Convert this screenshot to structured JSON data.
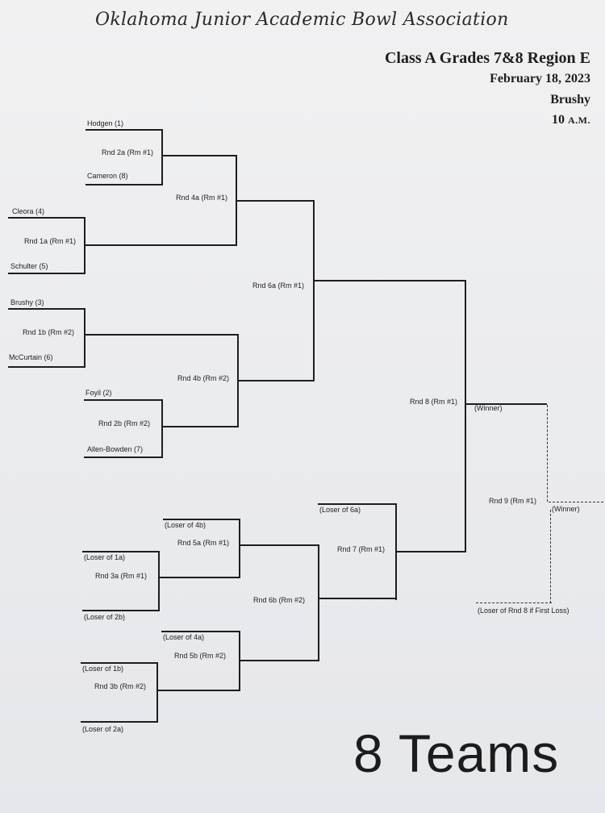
{
  "header": {
    "organization": "Oklahoma Junior Academic Bowl Association",
    "class_line": "Class A Grades 7&8 Region E",
    "date": "February 18, 2023",
    "site": "Brushy",
    "time_number": "10",
    "time_suffix": "A.M."
  },
  "teams": {
    "hodgen": "Hodgen (1)",
    "cameron": "Cameron (8)",
    "cleora": "Cleora (4)",
    "schulter": "Schulter (5)",
    "brushy": "Brushy (3)",
    "mccurtain": "McCurtain (6)",
    "foyil": "Foyil (2)",
    "allen_bowden": "Allen-Bowden (7)"
  },
  "rounds": {
    "rnd_1a": "Rnd 1a (Rm #1)",
    "rnd_1b": "Rnd 1b (Rm #2)",
    "rnd_2a": "Rnd 2a (Rm #1)",
    "rnd_2b": "Rnd 2b (Rm #2)",
    "rnd_3a": "Rnd 3a (Rm #1)",
    "rnd_3b": "Rnd 3b (Rm #2)",
    "rnd_4a": "Rnd 4a (Rm #1)",
    "rnd_4b": "Rnd 4b (Rm #2)",
    "rnd_5a": "Rnd 5a (Rm #1)",
    "rnd_5b": "Rnd 5b (Rm #2)",
    "rnd_6a": "Rnd 6a (Rm #1)",
    "rnd_6b": "Rnd 6b (Rm #2)",
    "rnd_7": "Rnd 7 (Rm #1)",
    "rnd_8": "Rnd 8 (Rm #1)",
    "rnd_9": "Rnd 9 (Rm #1)"
  },
  "placeholders": {
    "loser_1a": "(Loser of 1a)",
    "loser_2b": "(Loser of 2b)",
    "loser_1b": "(Loser of 1b)",
    "loser_2a": "(Loser of 2a)",
    "loser_4b": "(Loser of 4b)",
    "loser_4a": "(Loser of 4a)",
    "loser_6a": "(Loser of 6a)",
    "winner_rnd8": "(Winner)",
    "winner_rnd9": "(Winner)",
    "loser_rnd8_first_loss": "(Loser of Rnd 8 if First Loss)"
  },
  "footer": {
    "team_count": "8 Teams"
  }
}
